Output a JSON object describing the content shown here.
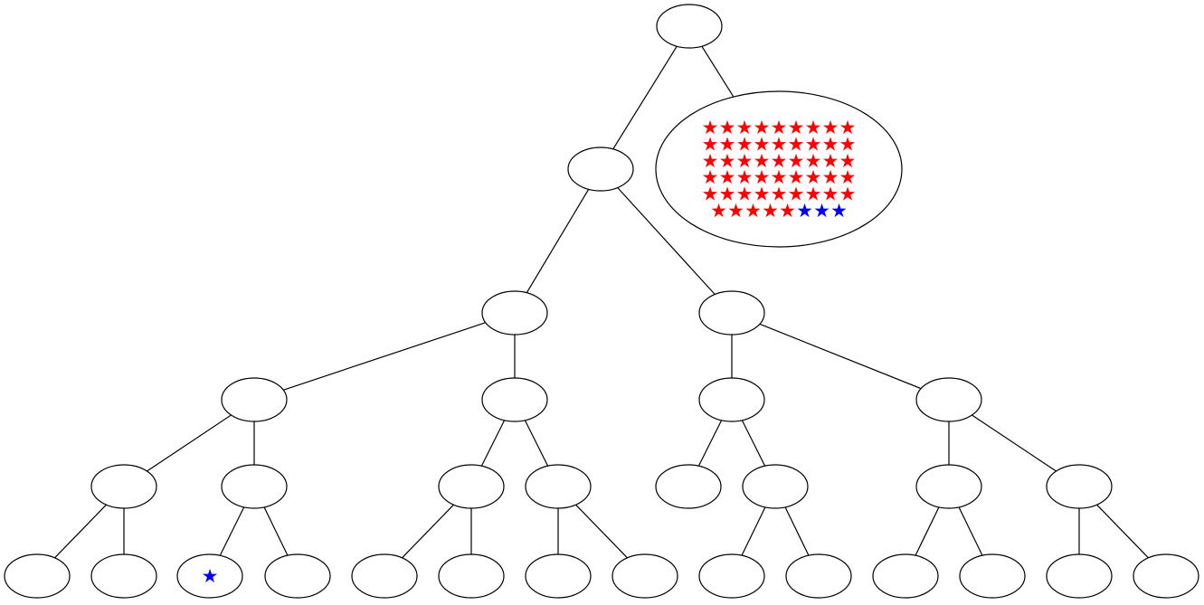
{
  "colors": {
    "red_star": "#ff0000",
    "blue_star": "#0000ff",
    "stroke": "#000000"
  },
  "star_glyph": "★",
  "tree": {
    "id": "root",
    "children": [
      {
        "id": "n1",
        "children": [
          {
            "id": "n2",
            "children": [
              {
                "id": "n4",
                "children": [
                  {
                    "id": "n8",
                    "children": [
                      {
                        "id": "l1"
                      },
                      {
                        "id": "l2"
                      }
                    ]
                  },
                  {
                    "id": "n9",
                    "children": [
                      {
                        "id": "l3",
                        "stars": {
                          "blue": 1
                        }
                      },
                      {
                        "id": "l4"
                      }
                    ]
                  }
                ]
              },
              {
                "id": "n5",
                "children": [
                  {
                    "id": "n10",
                    "children": [
                      {
                        "id": "l5"
                      },
                      {
                        "id": "l6"
                      }
                    ]
                  },
                  {
                    "id": "n11",
                    "children": [
                      {
                        "id": "l7"
                      },
                      {
                        "id": "l8"
                      }
                    ]
                  }
                ]
              }
            ]
          },
          {
            "id": "n3",
            "children": [
              {
                "id": "n6",
                "children": [
                  {
                    "id": "n12"
                  },
                  {
                    "id": "n13",
                    "children": [
                      {
                        "id": "l9"
                      },
                      {
                        "id": "l10"
                      }
                    ]
                  }
                ]
              },
              {
                "id": "n7",
                "children": [
                  {
                    "id": "n14",
                    "children": [
                      {
                        "id": "l11"
                      },
                      {
                        "id": "l12"
                      }
                    ]
                  },
                  {
                    "id": "n15",
                    "children": [
                      {
                        "id": "l13"
                      },
                      {
                        "id": "l14"
                      }
                    ]
                  }
                ]
              }
            ]
          }
        ]
      },
      {
        "id": "big",
        "stars": {
          "red": 50,
          "blue": 3
        }
      }
    ]
  }
}
